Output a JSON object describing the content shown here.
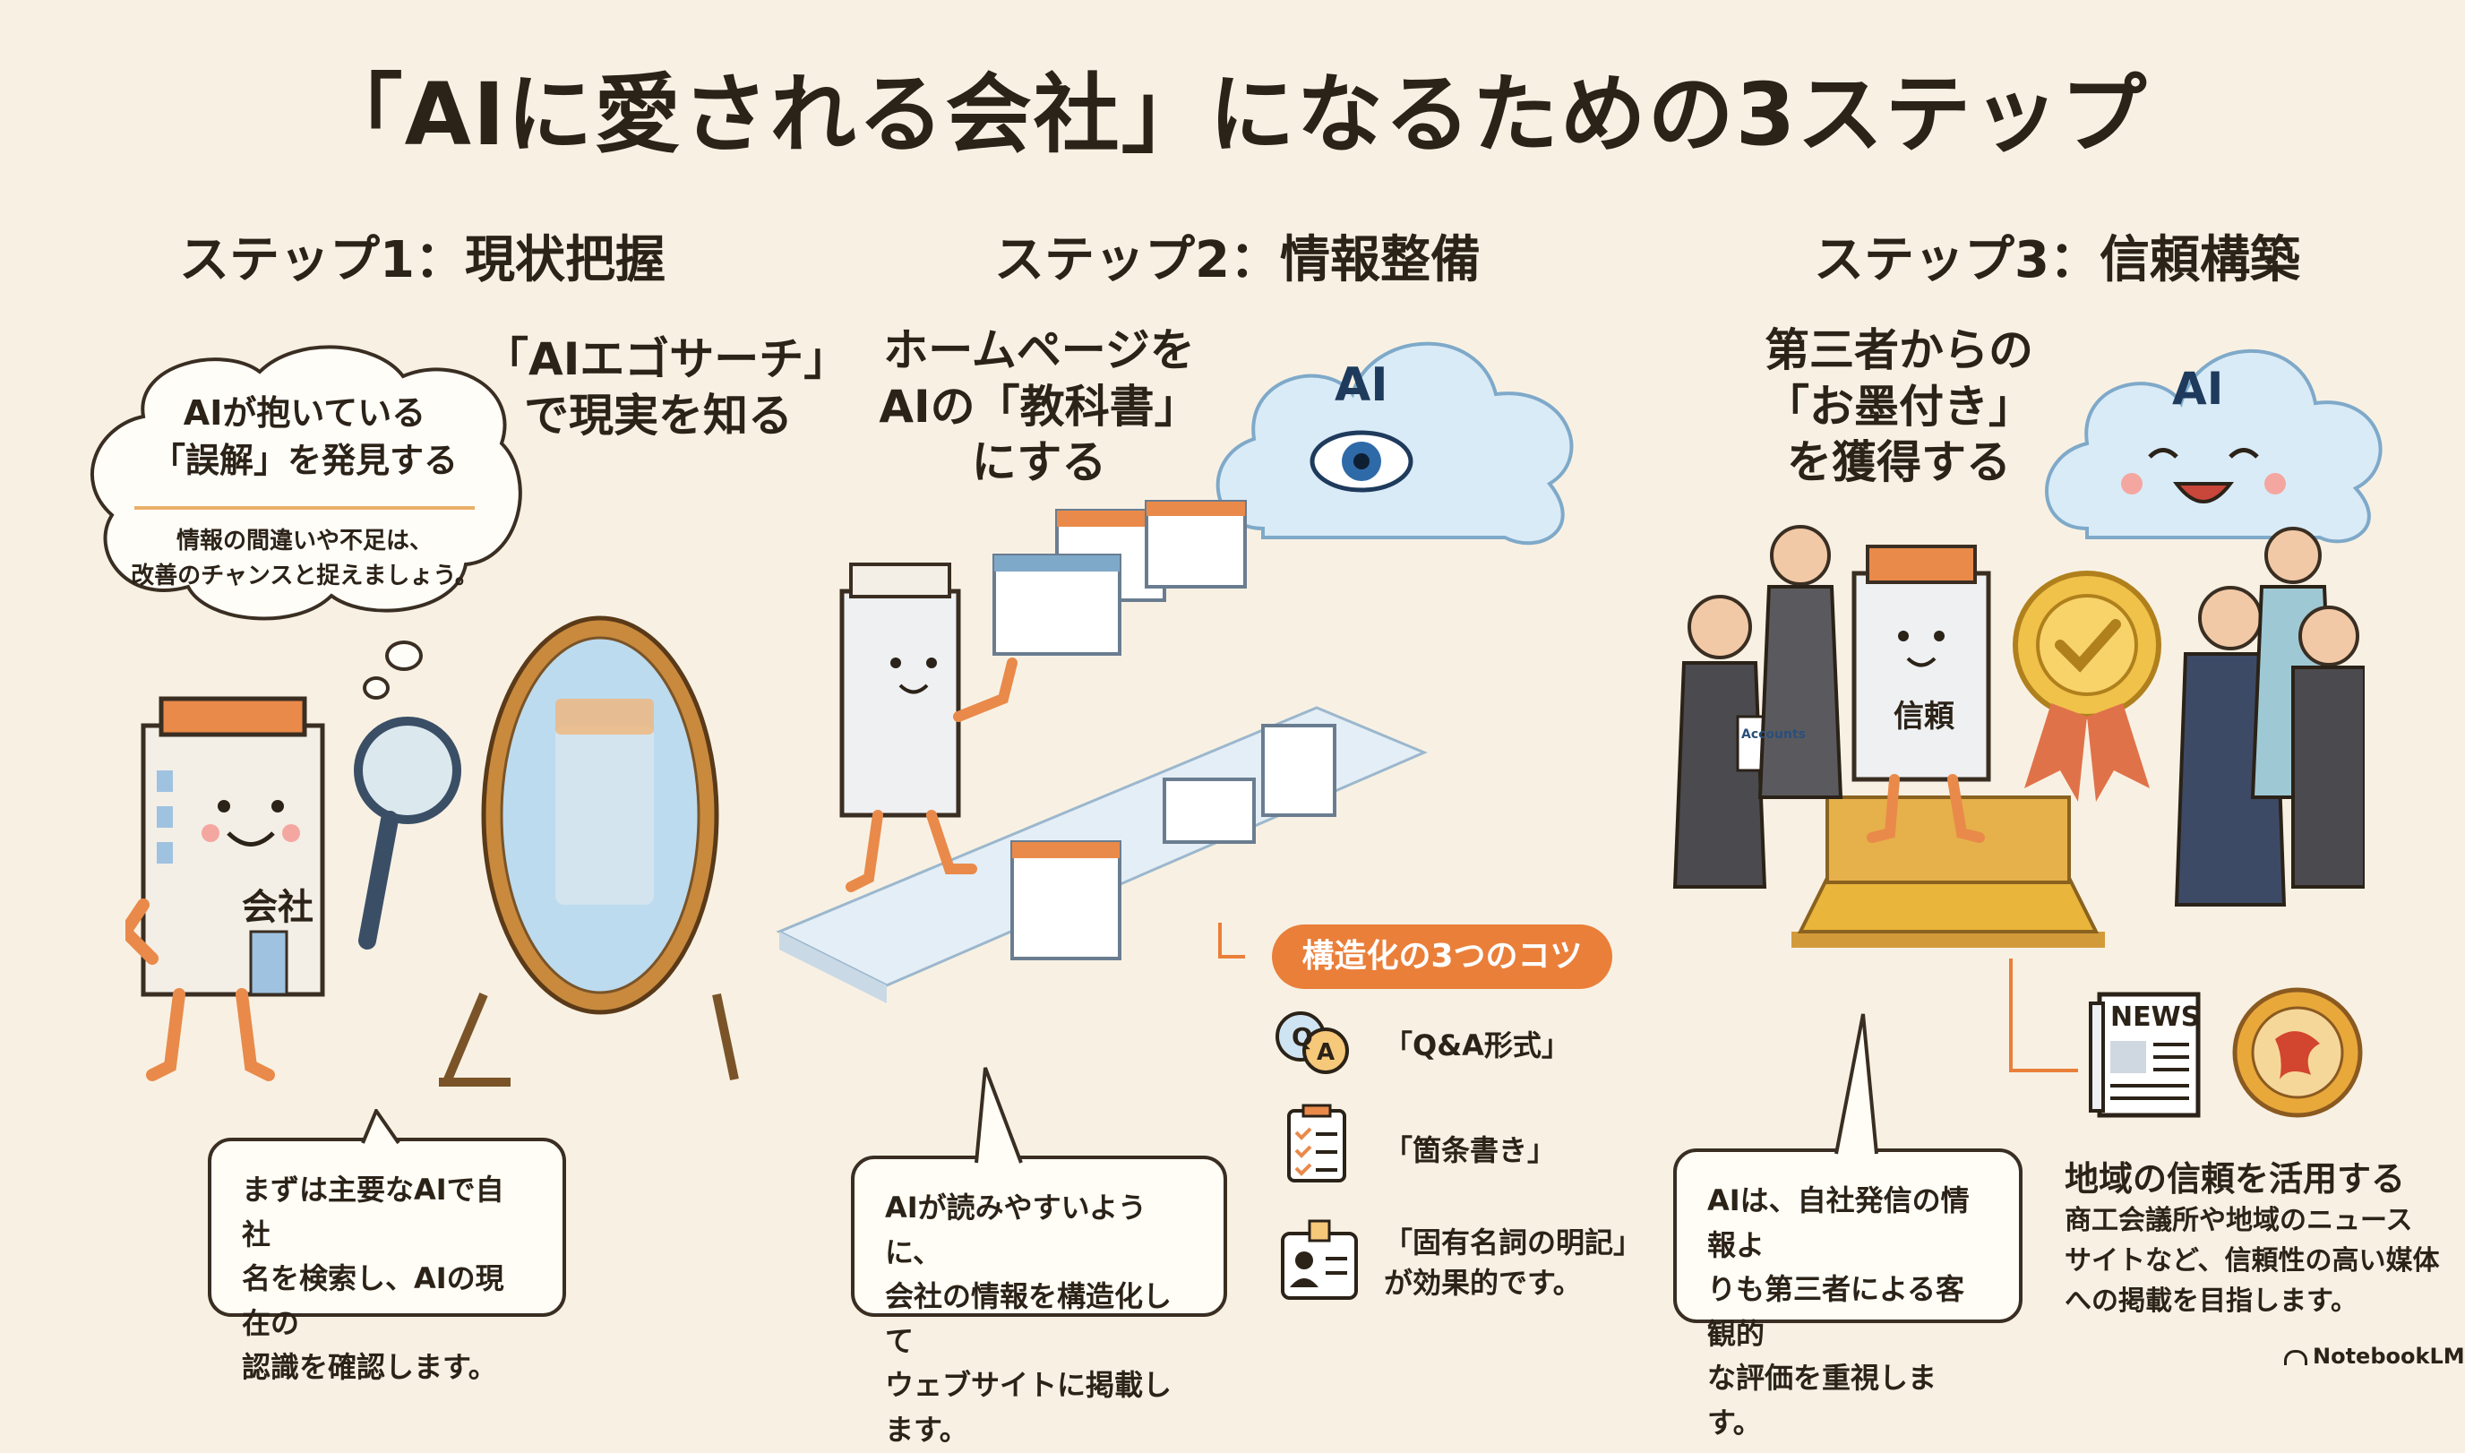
{
  "title": "「AIに愛される会社」になるための3ステップ",
  "steps": [
    {
      "heading": "ステップ1：現状把握",
      "tagline": [
        "「AIエゴサーチ」",
        "で現実を知る"
      ],
      "thought_title": [
        "AIが抱いている",
        "「誤解」を発見する"
      ],
      "thought_body": [
        "情報の間違いや不足は、",
        "改善のチャンスと捉えましょう。"
      ],
      "building_label": "会社",
      "bubble": [
        "まずは主要なAIで自社",
        "名を検索し、AIの現在の",
        "認識を確認します。"
      ]
    },
    {
      "heading": "ステップ2：情報整備",
      "tagline": [
        "ホームページを",
        "AIの「教科書」",
        "にする"
      ],
      "cloud_label": "AI",
      "bubble": [
        "AIが読みやすいように、",
        "会社の情報を構造化して",
        "ウェブサイトに掲載します。"
      ],
      "tips_title": "構造化の3つのコツ",
      "tips": [
        {
          "icon": "qa-icon",
          "lines": [
            "「Q&A形式」"
          ]
        },
        {
          "icon": "checklist-icon",
          "lines": [
            "「箇条書き」"
          ]
        },
        {
          "icon": "id-card-icon",
          "lines": [
            "「固有名詞の明記」",
            "が効果的です。"
          ]
        }
      ]
    },
    {
      "heading": "ステップ3：信頼構築",
      "tagline": [
        "第三者からの",
        "「お墨付き」",
        "を獲得する"
      ],
      "cloud_label": "AI",
      "building_label": "信頼",
      "document_label": "Accounts",
      "bubble": [
        "AIは、自社発信の情報よ",
        "りも第三者による客観的",
        "な評価を重視します。"
      ],
      "news_label": "NEWS",
      "trust_title": "地域の信頼を活用する",
      "trust_body": [
        "商工会議所や地域のニュース",
        "サイトなど、信頼性の高い媒体",
        "への掲載を目指します。"
      ]
    }
  ],
  "watermark": "NotebookLM",
  "colors": {
    "accent": "#ea7f3a",
    "ink": "#2b2218",
    "background": "#f8f1e3",
    "cloud": "#d9ebf7",
    "gold": "#e9b53a"
  }
}
